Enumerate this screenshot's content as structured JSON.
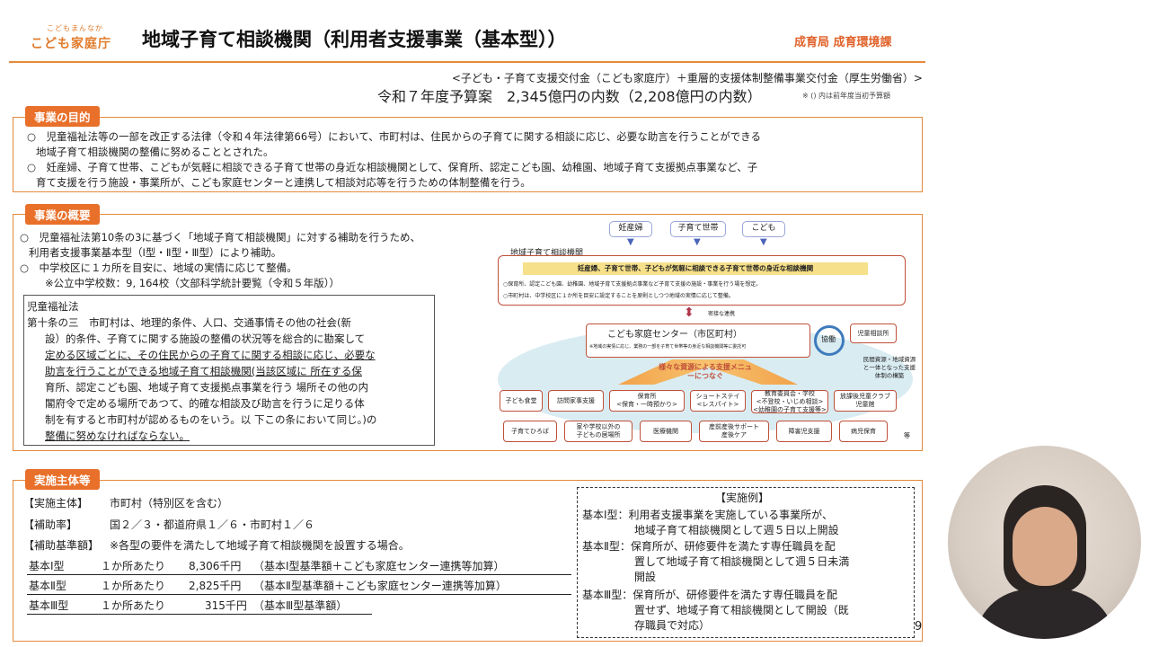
{
  "header": {
    "logo_small": "こどもまんなか",
    "logo_main": "こども家庭庁",
    "title": "地域子育て相談機関（利用者支援事業（基本型））",
    "department": "成育局 成育環境課",
    "fund_line": "<子ども・子育て支援交付金（こども家庭庁）＋重層的支援体制整備事業交付金（厚生労働省）>",
    "budget": "令和７年度予算案　2,345億円の内数（2,208億円の内数）",
    "budget_note": "※ () 内は前年度当初予算額"
  },
  "purpose": {
    "tab": "事業の目的",
    "line1": "○　児童福祉法等の一部を改正する法律（令和４年法律第66号）において、市町村は、住民からの子育てに関する相談に応じ、必要な助言を行うことができる",
    "line2": "地域子育て相談機関の整備に努めることとされた。",
    "line3": "○　妊産婦、子育て世帯、こどもが気軽に相談できる子育て世帯の身近な相談機関として、保育所、認定こども園、幼稚園、地域子育て支援拠点事業など、子",
    "line4": "育て支援を行う施設・事業所が、こども家庭センターと連携して相談対応等を行うための体制整備を行う。"
  },
  "overview": {
    "tab": "事業の概要",
    "l1": "○　児童福祉法第10条の3に基づく「地域子育て相談機関」に対する補助を行うため、",
    "l2": "利用者支援事業基本型（Ⅰ型・Ⅱ型・Ⅲ型）により補助。",
    "l3": "○　中学校区に１カ所を目安に、地域の実情に応じて整備。",
    "l4": "※公立中学校数：9, 164校（文部科学統計要覧（令和５年版））",
    "law_title": "児童福祉法",
    "law1": "第十条の三　市町村は、地理的条件、人口、交通事情その他の社会(新",
    "law2": "設）的条件、子育てに関する施設の整備の状況等を総合的に勘案して",
    "law3": "定める区域ごとに、その住民からの子育てに関する相談に応じ、必要な",
    "law4": "助言を行うことができる地域子育て相談機関(当該区域に 所在する保",
    "law5": "育所、認定こども園、地域子育て支援拠点事業を行う 場所その他の内",
    "law6": "閣府令で定める場所であつて、的確な相談及び助言を行うに足りる体",
    "law7": "制を有すると市町村が認めるものをいう。以 下この条において同じ。)の",
    "law8": "整備に努めなければならない。"
  },
  "diagram": {
    "users": [
      "妊産婦",
      "子育て世帯",
      "こども"
    ],
    "agency_label": "地域子育て相談機関",
    "agency_heading": "妊産婦、子育て世帯、子どもが気軽に相談できる子育て世帯の身近な相談機関",
    "agency_note1": "○保育所、認定こども園、幼稚園、地域子育て支援拠点事業など子育て支援の施設・事業を行う場を想定。",
    "agency_note2": "○市町村は、中学校区に１か所を目安に設定することを原則としつつ地域の実情に応じて整備。",
    "link_label": "密接な連携",
    "center_title": "こども家庭センター（市区町村）",
    "center_note": "※地域の実情に応じ、業務の一部を子育て世帯等の身近な相談機関等に委託可",
    "coop_label": "協働",
    "child_guidance": "児童相談所",
    "support_label": "民間資源・地域資源と一体となった支援体制の構築",
    "resource_label": "様々な資源による支援メニューにつなぐ",
    "row1": [
      "子ども食堂",
      "訪問家事支援",
      "保育所\n<保育・一時預かり>",
      "ショートステイ\n<レスパイト>",
      "教育委員会・学校\n<不登校・いじめ相談>\n<幼稚園の子育て支援等>",
      "放課後児童クラブ\n児童館"
    ],
    "row2": [
      "子育てひろば",
      "家や学校以外の\n子どもの居場所",
      "医療機関",
      "産前産後サポート\n産後ケア",
      "障害児支援",
      "病児保育"
    ],
    "etc": "等"
  },
  "implementation": {
    "tab": "実施主体等",
    "entity_label": "【実施主体】",
    "entity_value": "市町村（特別区を含む）",
    "rate_label": "【補助率】",
    "rate_value": "国２／３・都道府県１／６・市町村１／６",
    "base_label": "【補助基準額】",
    "base_value": "※各型の要件を満たして地域子育て相談機関を設置する場合。",
    "types": [
      {
        "name": "基本Ⅰ型",
        "per": "１か所あたり",
        "amount": "8,306千円",
        "note": "（基本Ⅰ型基準額＋こども家庭センター連携等加算）"
      },
      {
        "name": "基本Ⅱ型",
        "per": "１か所あたり",
        "amount": "2,825千円",
        "note": "（基本Ⅱ型基準額＋こども家庭センター連携等加算）"
      },
      {
        "name": "基本Ⅲ型",
        "per": "１か所あたり",
        "amount": "315千円",
        "note": "（基本Ⅲ型基準額）"
      }
    ]
  },
  "examples": {
    "title": "【実施例】",
    "e1a": "基本Ⅰ型：利用者支援事業を実施している事業所が、",
    "e1b": "地域子育て相談機関として週５日以上開設",
    "e2a": "基本Ⅱ型：保育所が、研修要件を満たす専任職員を配",
    "e2b": "置して地域子育て相談機関として週５日未満",
    "e2c": "開設",
    "e3a": "基本Ⅲ型：保育所が、研修要件を満たす専任職員を配",
    "e3b": "置せず、地域子育て相談機関として開設（既",
    "e3c": "存職員で対応）"
  },
  "page_number": "9",
  "colors": {
    "accent": "#e8702a",
    "border": "#e58a3c",
    "red": "#c0503a"
  }
}
